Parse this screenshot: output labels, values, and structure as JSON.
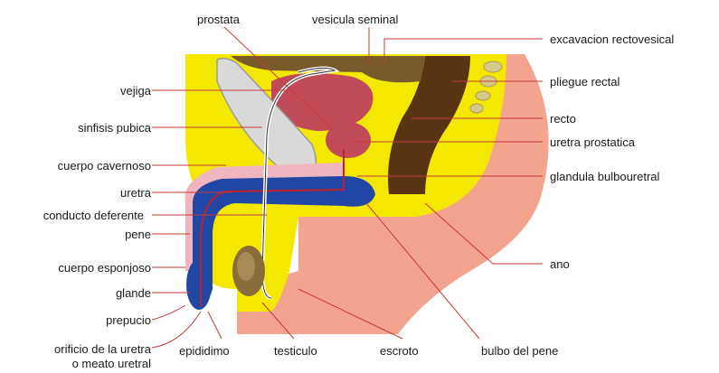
{
  "colors": {
    "background": "#ffffff",
    "skin": "#f2a48e",
    "skin_dark": "#e08a73",
    "fat_yellow": "#f5e800",
    "bladder": "#b8b8b8",
    "bladder_light": "#e6e6e6",
    "prostate": "#c24b5a",
    "rectum": "#5a3412",
    "rectum_dark": "#3d2208",
    "spongy_blue": "#2147a6",
    "cavernous_pink": "#f1b5bf",
    "testicle": "#8a6d3a",
    "leader_line": "#c73a3a",
    "vertebra": "#d6c98a"
  },
  "labels_left": [
    {
      "id": "vejiga",
      "text": "vejiga"
    },
    {
      "id": "sinfisis",
      "text": "sinfisis pubica"
    },
    {
      "id": "cavernoso",
      "text": "cuerpo cavernoso"
    },
    {
      "id": "uretra",
      "text": "uretra"
    },
    {
      "id": "deferente",
      "text": "conducto deferente"
    },
    {
      "id": "pene",
      "text": "pene"
    },
    {
      "id": "esponjoso",
      "text": "cuerpo esponjoso"
    },
    {
      "id": "glande",
      "text": "glande"
    },
    {
      "id": "prepucio",
      "text": "prepucio"
    },
    {
      "id": "orificio1",
      "text": "orificio de la uretra"
    },
    {
      "id": "orificio2",
      "text": "o meato uretral"
    }
  ],
  "labels_top": [
    {
      "id": "prostata",
      "text": "prostata"
    },
    {
      "id": "vesicula",
      "text": "vesicula seminal"
    }
  ],
  "labels_right": [
    {
      "id": "excavacion",
      "text": "excavacion rectovesical"
    },
    {
      "id": "pliegue",
      "text": "pliegue rectal"
    },
    {
      "id": "recto",
      "text": "recto"
    },
    {
      "id": "uretra_prost",
      "text": "uretra prostatica"
    },
    {
      "id": "glandula",
      "text": "glandula bulbouretral"
    },
    {
      "id": "ano",
      "text": "ano"
    }
  ],
  "labels_bottom": [
    {
      "id": "epididimo",
      "text": "epididimo"
    },
    {
      "id": "testiculo",
      "text": "testiculo"
    },
    {
      "id": "escroto",
      "text": "escroto"
    },
    {
      "id": "bulbo",
      "text": "bulbo del pene"
    }
  ]
}
